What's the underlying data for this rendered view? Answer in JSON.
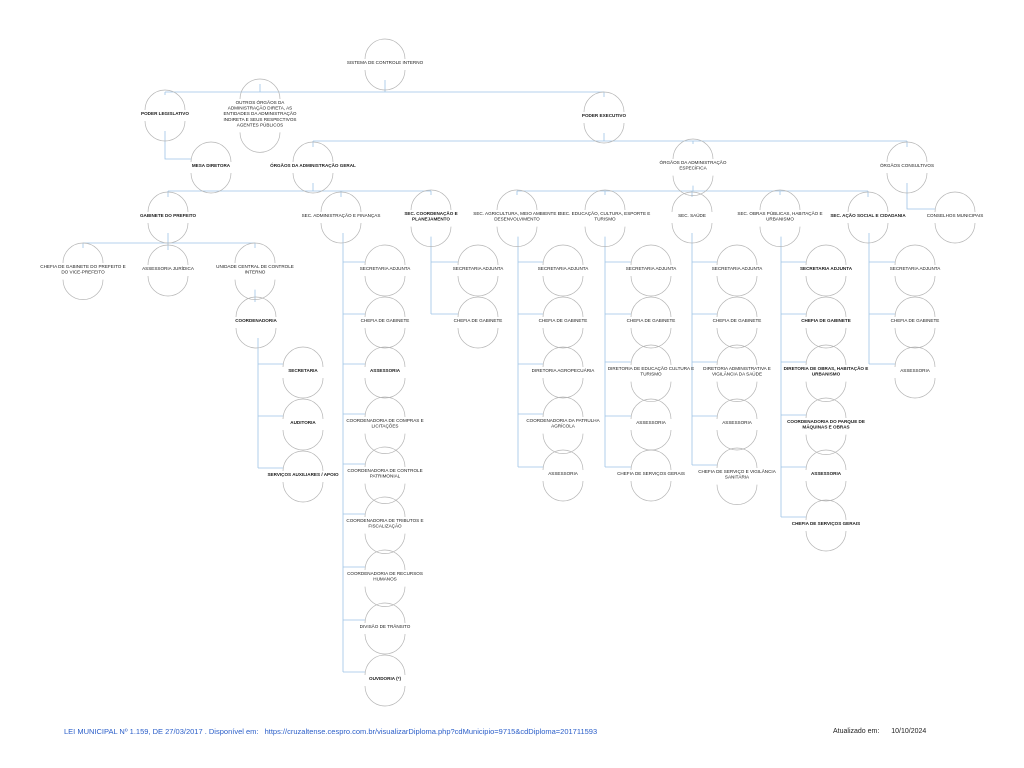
{
  "nodes": [
    {
      "id": "sci",
      "label": "SISTEMA DE CONTROLE INTERNO",
      "bold": false
    },
    {
      "id": "leg",
      "label": "PODER LEGISLATIVO",
      "bold": true
    },
    {
      "id": "outros",
      "label": "OUTROS ÓRGÃOS DA ADMINISTRAÇÃO DIRETA, AS ENTIDADES DA ADMINISTRAÇÃO INDIRETA E SEUS RESPECTIVOS AGENTES PÚBLICOS",
      "bold": false
    },
    {
      "id": "exec",
      "label": "PODER EXECUTIVO",
      "bold": true
    },
    {
      "id": "mesa",
      "label": "MESA DIRETORA",
      "bold": true
    },
    {
      "id": "oag",
      "label": "ÓRGÃOS DA ADMINISTRAÇÃO GERAL",
      "bold": true
    },
    {
      "id": "oae",
      "label": "ÓRGÃOS DA ADMINISTRAÇÃO ESPECÍFICA",
      "bold": false
    },
    {
      "id": "ocons",
      "label": "ÓRGÃOS CONSULTIVOS",
      "bold": false
    },
    {
      "id": "gab",
      "label": "GABINETE DO PREFEITO",
      "bold": true
    },
    {
      "id": "saf",
      "label": "SEC. ADMINISTRAÇÃO E FINANÇAS",
      "bold": false
    },
    {
      "id": "scp",
      "label": "SEC. COORDENAÇÃO E PLANEJAMENTO",
      "bold": true
    },
    {
      "id": "sagr",
      "label": "SEC. AGRICULTURA, MEIO AMBIENTE E DESENVOLVIMENTO",
      "bold": false
    },
    {
      "id": "sedu",
      "label": "SEC. EDUCAÇÃO, CULTURA, ESPORTE E TURISMO",
      "bold": false
    },
    {
      "id": "ssau",
      "label": "SEC. SAÚDE",
      "bold": false
    },
    {
      "id": "sobr",
      "label": "SEC. OBRAS PÚBLICAS, HABITAÇÃO E URBANISMO",
      "bold": false
    },
    {
      "id": "sacs",
      "label": "SEC. AÇÃO SOCIAL E CIDADANIA",
      "bold": true
    },
    {
      "id": "conselhos",
      "label": "CONSELHOS MUNICIPAIS",
      "bold": false
    },
    {
      "id": "chefgab",
      "label": "CHEFIA DE GABINETE DO PREFEITO E DO VICE-PREFEITO",
      "bold": false
    },
    {
      "id": "assjur",
      "label": "ASSESSORIA JURÍDICA",
      "bold": false
    },
    {
      "id": "ucci",
      "label": "UNIDADE CENTRAL DE CONTROLE INTERNO",
      "bold": false
    },
    {
      "id": "coord",
      "label": "COORDENADORIA",
      "bold": true
    },
    {
      "id": "secr",
      "label": "SECRETARIA",
      "bold": true
    },
    {
      "id": "aud",
      "label": "AUDITORIA",
      "bold": true
    },
    {
      "id": "serv",
      "label": "SERVIÇOS AUXILIARES / APOIO",
      "bold": true
    },
    {
      "id": "saf1",
      "label": "SECRETARIA ADJUNTA",
      "bold": false
    },
    {
      "id": "saf2",
      "label": "CHEFIA DE GABINETE",
      "bold": false
    },
    {
      "id": "saf3",
      "label": "ASSESSORIA",
      "bold": true
    },
    {
      "id": "saf4",
      "label": "COORDENADORIA DE COMPRAS E LICITAÇÕES",
      "bold": false
    },
    {
      "id": "saf5",
      "label": "COORDENADORIA DE CONTROLE PATRIMONIAL",
      "bold": false
    },
    {
      "id": "saf6",
      "label": "COORDENADORIA DE TRIBUTOS E FISCALIZAÇÃO",
      "bold": false
    },
    {
      "id": "saf7",
      "label": "COORDENADORIA DE RECURSOS HUMANOS",
      "bold": false
    },
    {
      "id": "saf8",
      "label": "DIVISÃO DE TRÂNSITO",
      "bold": false
    },
    {
      "id": "saf9",
      "label": "OUVIDORIA (*)",
      "bold": true
    },
    {
      "id": "scp1",
      "label": "SECRETARIA ADJUNTA",
      "bold": false
    },
    {
      "id": "scp2",
      "label": "CHEFIA DE GABINETE",
      "bold": false
    },
    {
      "id": "sagr1",
      "label": "SECRETARIA ADJUNTA",
      "bold": false
    },
    {
      "id": "sagr2",
      "label": "CHEFIA DE GABINETE",
      "bold": false
    },
    {
      "id": "sagr3",
      "label": "DIRETORIA AGROPECUÁRIA",
      "bold": false
    },
    {
      "id": "sagr4",
      "label": "COORDENADORIA DA PATRULHA AGRÍCOLA",
      "bold": false
    },
    {
      "id": "sagr5",
      "label": "ASSESSORIA",
      "bold": false
    },
    {
      "id": "sedu1",
      "label": "SECRETARIA ADJUNTA",
      "bold": false
    },
    {
      "id": "sedu2",
      "label": "CHEFIA DE GABINETE",
      "bold": false
    },
    {
      "id": "sedu3",
      "label": "DIRETORIA DE EDUCAÇÃO CULTURA E TURISMO",
      "bold": false
    },
    {
      "id": "sedu4",
      "label": "ASSESSORIA",
      "bold": false
    },
    {
      "id": "sedu5",
      "label": "CHEFIA DE SERVIÇOS GERAIS",
      "bold": false
    },
    {
      "id": "ssau1",
      "label": "SECRETARIA ADJUNTA",
      "bold": false
    },
    {
      "id": "ssau2",
      "label": "CHEFIA DE GABINETE",
      "bold": false
    },
    {
      "id": "ssau3",
      "label": "DIRETORIA ADMINISTRATIVA E VIGILÂNCIA DA SAÚDE",
      "bold": false
    },
    {
      "id": "ssau4",
      "label": "ASSESSORIA",
      "bold": false
    },
    {
      "id": "ssau5",
      "label": "CHEFIA DE SERVIÇO E VIGILÂNCIA SANITÁRIA",
      "bold": false
    },
    {
      "id": "sobr1",
      "label": "SECRETARIA ADJUNTA",
      "bold": true
    },
    {
      "id": "sobr2",
      "label": "CHEFIA DE GABINETE",
      "bold": true
    },
    {
      "id": "sobr3",
      "label": "DIRETORIA DE OBRAS, HABITAÇÃO E URBANISMO",
      "bold": true
    },
    {
      "id": "sobr4",
      "label": "COORDENADORIA DO PARQUE DE MÁQUINAS E OBRAS",
      "bold": true
    },
    {
      "id": "sobr5",
      "label": "ASSESSORIA",
      "bold": true
    },
    {
      "id": "sobr6",
      "label": "CHEFIA DE SERVIÇOS GERAIS",
      "bold": true
    },
    {
      "id": "sacs1",
      "label": "SECRETARIA ADJUNTA",
      "bold": false
    },
    {
      "id": "sacs2",
      "label": "CHEFIA DE GABINETE",
      "bold": false
    },
    {
      "id": "sacs3",
      "label": "ASSESSORIA",
      "bold": false
    }
  ],
  "edges": [
    [
      "sci",
      "leg"
    ],
    [
      "sci",
      "outros"
    ],
    [
      "sci",
      "exec"
    ],
    [
      "leg",
      "mesa"
    ],
    [
      "exec",
      "oag"
    ],
    [
      "exec",
      "oae"
    ],
    [
      "exec",
      "ocons"
    ],
    [
      "oag",
      "gab"
    ],
    [
      "oag",
      "saf"
    ],
    [
      "oag",
      "scp"
    ],
    [
      "oae",
      "sagr"
    ],
    [
      "oae",
      "sedu"
    ],
    [
      "oae",
      "ssau"
    ],
    [
      "oae",
      "sobr"
    ],
    [
      "oae",
      "sacs"
    ],
    [
      "ocons",
      "conselhos"
    ],
    [
      "gab",
      "chefgab"
    ],
    [
      "gab",
      "assjur"
    ],
    [
      "gab",
      "ucci"
    ],
    [
      "ucci",
      "coord"
    ],
    [
      "coord",
      "secr"
    ],
    [
      "coord",
      "aud"
    ],
    [
      "coord",
      "serv"
    ],
    [
      "saf",
      "saf1"
    ],
    [
      "saf",
      "saf2"
    ],
    [
      "saf",
      "saf3"
    ],
    [
      "saf",
      "saf4"
    ],
    [
      "saf",
      "saf5"
    ],
    [
      "saf",
      "saf6"
    ],
    [
      "saf",
      "saf7"
    ],
    [
      "saf",
      "saf8"
    ],
    [
      "saf",
      "saf9"
    ],
    [
      "scp",
      "scp1"
    ],
    [
      "scp",
      "scp2"
    ],
    [
      "sagr",
      "sagr1"
    ],
    [
      "sagr",
      "sagr2"
    ],
    [
      "sagr",
      "sagr3"
    ],
    [
      "sagr",
      "sagr4"
    ],
    [
      "sagr",
      "sagr5"
    ],
    [
      "sedu",
      "sedu1"
    ],
    [
      "sedu",
      "sedu2"
    ],
    [
      "sedu",
      "sedu3"
    ],
    [
      "sedu",
      "sedu4"
    ],
    [
      "sedu",
      "sedu5"
    ],
    [
      "ssau",
      "ssau1"
    ],
    [
      "ssau",
      "ssau2"
    ],
    [
      "ssau",
      "ssau3"
    ],
    [
      "ssau",
      "ssau4"
    ],
    [
      "ssau",
      "ssau5"
    ],
    [
      "sobr",
      "sobr1"
    ],
    [
      "sobr",
      "sobr2"
    ],
    [
      "sobr",
      "sobr3"
    ],
    [
      "sobr",
      "sobr4"
    ],
    [
      "sobr",
      "sobr5"
    ],
    [
      "sobr",
      "sobr6"
    ],
    [
      "sacs",
      "sacs1"
    ],
    [
      "sacs",
      "sacs2"
    ],
    [
      "sacs",
      "sacs3"
    ]
  ],
  "footer": {
    "law": "LEI MUNICIPAL Nº 1.159, DE 27/03/2017 . Disponível em:",
    "url": "https://cruzaltense.cespro.com.br/visualizarDiploma.php?cdMunicipio=9715&cdDiploma=201711593",
    "updated_label": "Atualizado em:",
    "updated_date": "10/10/2024"
  },
  "colors": {
    "connector": "#9dc3e6",
    "node_arc": "#b5b5b5",
    "text": "#1a1a1a",
    "link": "#2a5ec9"
  }
}
